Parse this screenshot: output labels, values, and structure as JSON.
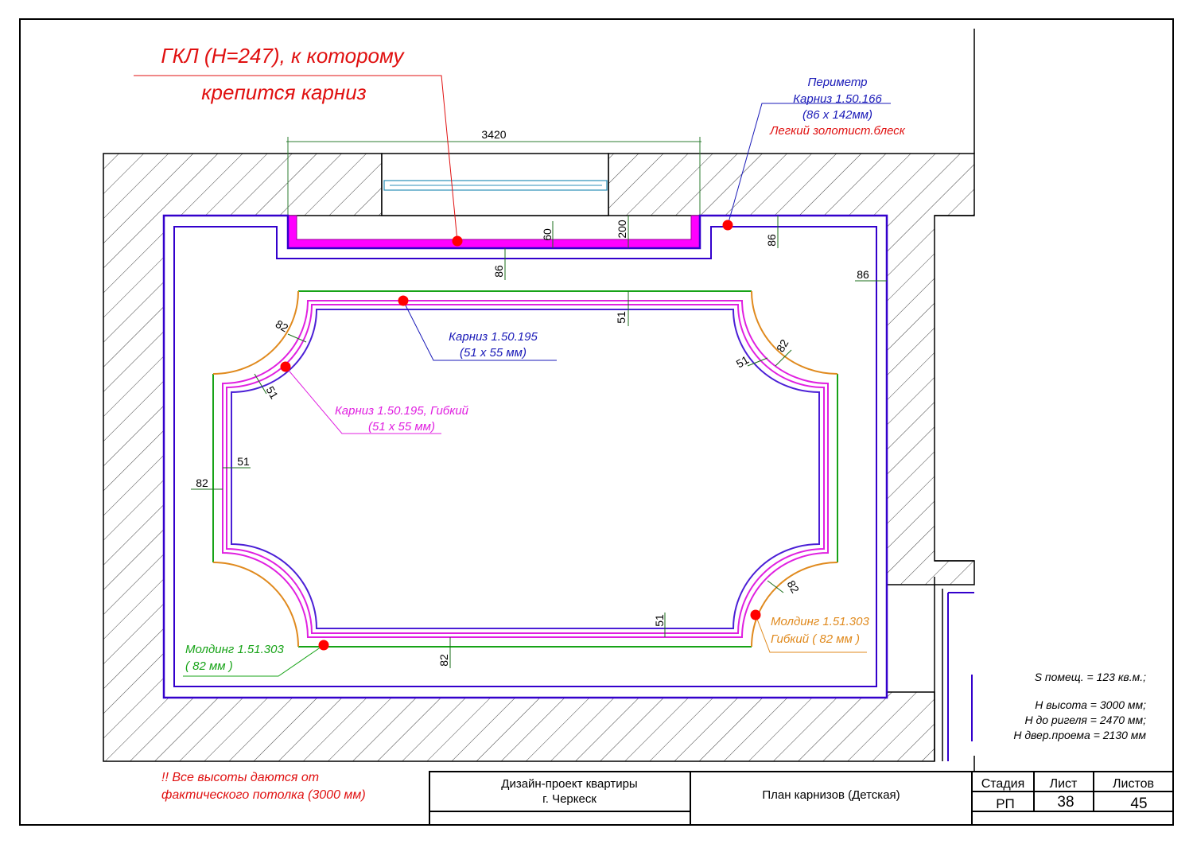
{
  "callouts": {
    "gkl_line1": "ГКЛ (H=247), к которому",
    "gkl_line2": "крепится карниз",
    "perimeter_title": "Периметр",
    "perimeter_item": "Карниз  1.50.166",
    "perimeter_size": "(86 x 142мм)",
    "perimeter_finish": "Легкий золотист.блеск",
    "cornice_inner_title": "Карниз  1.50.195",
    "cornice_inner_size": "(51 x 55 мм)",
    "cornice_flex_title": "Карниз  1.50.195, Гибкий",
    "cornice_flex_size": "(51 x 55 мм)",
    "molding_green_title": "Молдинг 1.51.303",
    "molding_green_size": "( 82 мм )",
    "molding_orange_title": "Молдинг 1.51.303",
    "molding_orange_size": "Гибкий  ( 82 мм )"
  },
  "dimensions": {
    "window_width": "3420",
    "d60": "60",
    "d200": "200",
    "d86_top": "86",
    "d86_right_top": "86",
    "d86_right": "86",
    "d51_top": "51",
    "d82_tl": "82",
    "d51_tl": "51",
    "d82_tr": "82",
    "d51_tr": "51",
    "d51_left": "51",
    "d82_left": "82",
    "d82_br": "82",
    "d51_bottom": "51",
    "d82_bottom": "82"
  },
  "room_info": {
    "area": "S помещ. = 123 кв.м.;",
    "height": "H высота = 3000 мм;",
    "beam": "H до ригеля = 2470 мм;",
    "door": "H двер.проема = 2130 мм"
  },
  "note": {
    "line1": "!! Все высоты даются от",
    "line2": "фактического потолка (3000 мм)"
  },
  "title_block": {
    "project_line1": "Дизайн-проект квартиры",
    "project_line2": "г. Черкеск",
    "sheet_title": "План карнизов (Детская)",
    "stage_label": "Стадия",
    "sheet_label": "Лист",
    "sheets_label": "Листов",
    "stage_value": "РП",
    "sheet_value": "38",
    "sheets_value": "45"
  },
  "colors": {
    "perimeter": "#3300cc",
    "gkl": "#ff00ff",
    "flexible": "#e020e0",
    "inner_cornice": "#4b1fd6",
    "molding_green": "#17a317",
    "molding_orange": "#e08a1e",
    "callout_red": "#e01010",
    "dimension_green": "#1a6e1a",
    "marker": "#ff0000"
  }
}
